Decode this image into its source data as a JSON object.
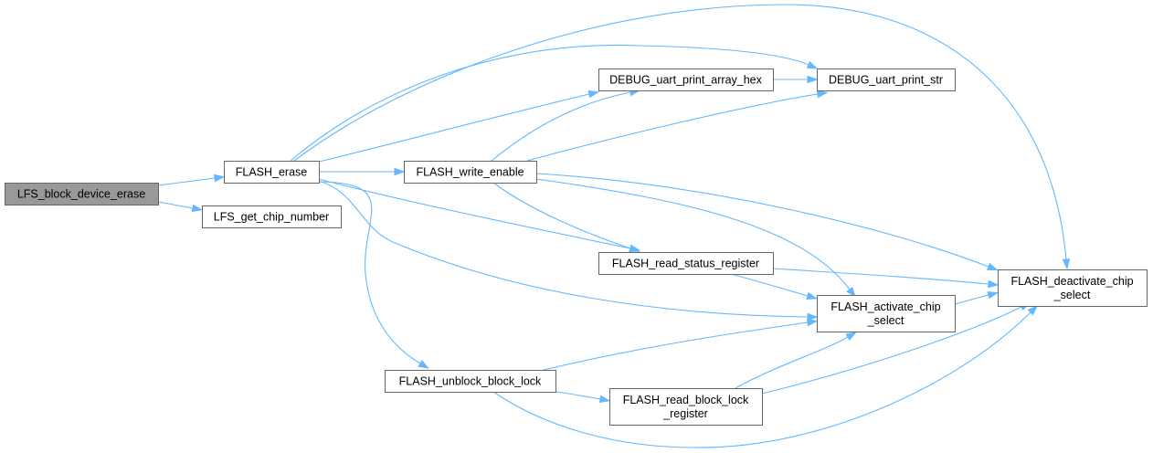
{
  "graph": {
    "edge_color": "#63b8ff",
    "root_fill": "#999999",
    "nodes": {
      "lfs_block_device_erase": {
        "lines": [
          "LFS_block_device_erase"
        ]
      },
      "flash_erase": {
        "lines": [
          "FLASH_erase"
        ]
      },
      "lfs_get_chip_number": {
        "lines": [
          "LFS_get_chip_number"
        ]
      },
      "debug_uart_print_array_hex": {
        "lines": [
          "DEBUG_uart_print_array_hex"
        ]
      },
      "debug_uart_print_str": {
        "lines": [
          "DEBUG_uart_print_str"
        ]
      },
      "flash_write_enable": {
        "lines": [
          "FLASH_write_enable"
        ]
      },
      "flash_read_status_register": {
        "lines": [
          "FLASH_read_status_register"
        ]
      },
      "flash_deactivate_chip_select": {
        "lines": [
          "FLASH_deactivate_chip",
          "_select"
        ]
      },
      "flash_activate_chip_select": {
        "lines": [
          "FLASH_activate_chip",
          "_select"
        ]
      },
      "flash_unblock_block_lock": {
        "lines": [
          "FLASH_unblock_block_lock"
        ]
      },
      "flash_read_block_lock_register": {
        "lines": [
          "FLASH_read_block_lock",
          "_register"
        ]
      }
    },
    "edges": [
      {
        "from": "lfs_block_device_erase",
        "to": "flash_erase"
      },
      {
        "from": "lfs_block_device_erase",
        "to": "lfs_get_chip_number"
      },
      {
        "from": "flash_erase",
        "to": "debug_uart_print_array_hex"
      },
      {
        "from": "flash_erase",
        "to": "debug_uart_print_str"
      },
      {
        "from": "flash_erase",
        "to": "flash_deactivate_chip_select"
      },
      {
        "from": "flash_erase",
        "to": "flash_write_enable"
      },
      {
        "from": "flash_erase",
        "to": "flash_read_status_register"
      },
      {
        "from": "flash_erase",
        "to": "flash_activate_chip_select"
      },
      {
        "from": "flash_erase",
        "to": "flash_unblock_block_lock"
      },
      {
        "from": "debug_uart_print_array_hex",
        "to": "debug_uart_print_str"
      },
      {
        "from": "flash_write_enable",
        "to": "debug_uart_print_array_hex"
      },
      {
        "from": "flash_write_enable",
        "to": "debug_uart_print_str"
      },
      {
        "from": "flash_write_enable",
        "to": "flash_deactivate_chip_select"
      },
      {
        "from": "flash_write_enable",
        "to": "flash_read_status_register"
      },
      {
        "from": "flash_write_enable",
        "to": "flash_activate_chip_select"
      },
      {
        "from": "flash_read_status_register",
        "to": "flash_deactivate_chip_select"
      },
      {
        "from": "flash_read_status_register",
        "to": "flash_activate_chip_select"
      },
      {
        "from": "flash_activate_chip_select",
        "to": "flash_deactivate_chip_select"
      },
      {
        "from": "flash_unblock_block_lock",
        "to": "flash_activate_chip_select"
      },
      {
        "from": "flash_unblock_block_lock",
        "to": "flash_read_block_lock_register"
      },
      {
        "from": "flash_unblock_block_lock",
        "to": "flash_deactivate_chip_select"
      },
      {
        "from": "flash_read_block_lock_register",
        "to": "flash_activate_chip_select"
      },
      {
        "from": "flash_read_block_lock_register",
        "to": "flash_deactivate_chip_select"
      }
    ]
  }
}
